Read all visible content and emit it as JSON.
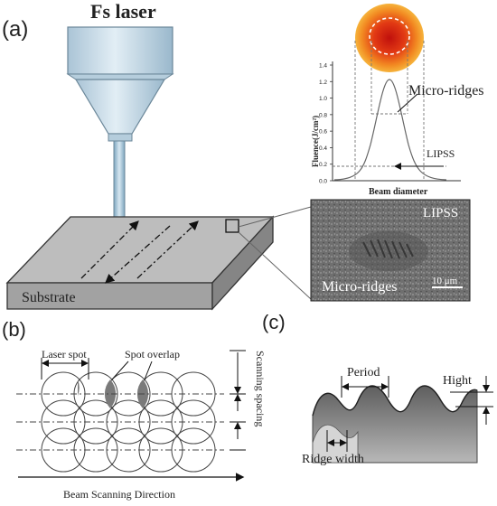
{
  "panel_a": {
    "label": "(a)",
    "laser_label": "Fs laser",
    "substrate_label": "Substrate",
    "chart": {
      "ylabel": "Fluence(J/cm²)",
      "xlabel": "Beam diameter",
      "ticks": [
        "0.0",
        "0.2",
        "0.4",
        "0.6",
        "0.8",
        "1.0",
        "1.2",
        "1.4"
      ],
      "annotation_ridges": "Micro-ridges",
      "annotation_lipss": "LIPSS"
    },
    "sem": {
      "label_lipss": "LIPSS",
      "label_ridges": "Micro-ridges",
      "scale_bar": "10 μm"
    }
  },
  "panel_b": {
    "label": "(b)",
    "laser_spot": "Laser spot",
    "spot_overlap": "Spot overlap",
    "scanning_spacing": "Scanning spacing",
    "beam_direction": "Beam Scanning Direction"
  },
  "panel_c": {
    "label": "(c)",
    "period": "Period",
    "height": "Hight",
    "ridge_width": "Ridge width"
  },
  "colors": {
    "laser_body": "#c9dbe6",
    "substrate_top": "#b9b9b9",
    "substrate_front": "#9a9a9a",
    "spot_outer": "#f0a030",
    "spot_inner": "#d82010"
  }
}
